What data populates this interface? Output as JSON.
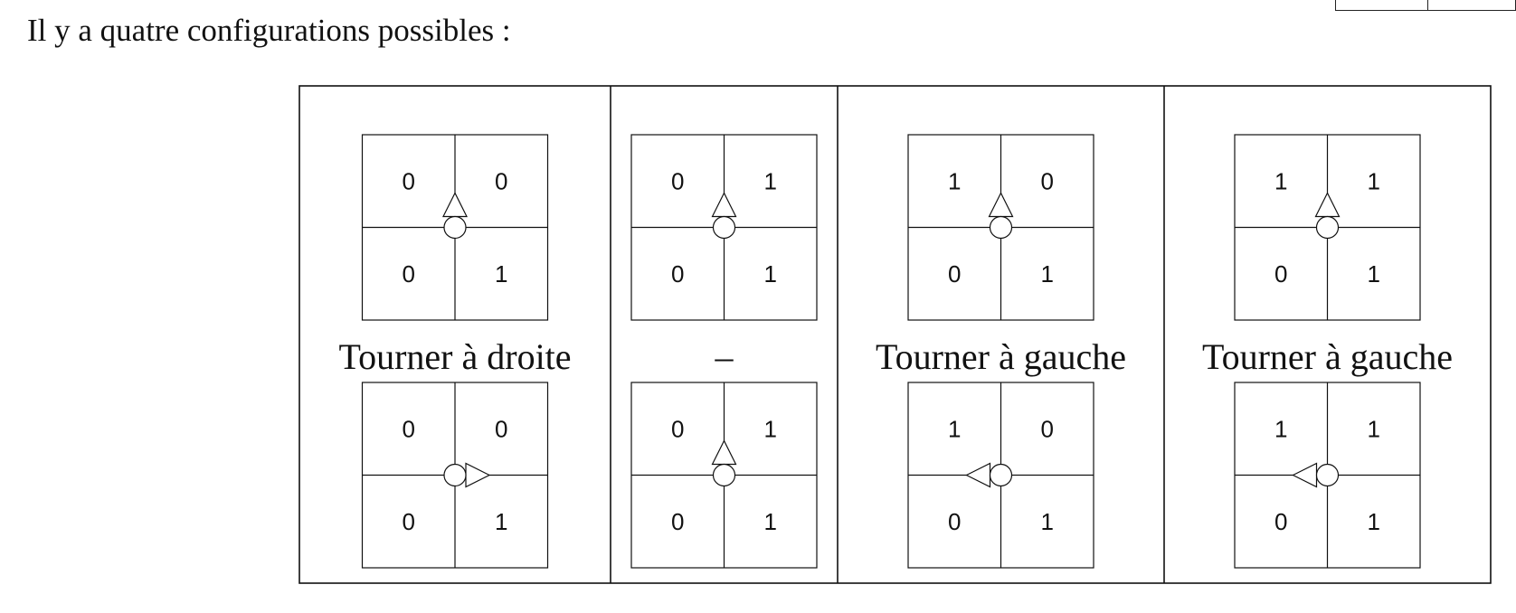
{
  "intro_text": "Il y a quatre configurations possibles :",
  "configurations": [
    {
      "label": "Tourner à droite",
      "before": {
        "cells": [
          "0",
          "0",
          "0",
          "1"
        ],
        "arrow": "up"
      },
      "after": {
        "cells": [
          "0",
          "0",
          "0",
          "1"
        ],
        "arrow": "right"
      }
    },
    {
      "label": "–",
      "before": {
        "cells": [
          "0",
          "1",
          "0",
          "1"
        ],
        "arrow": "up"
      },
      "after": {
        "cells": [
          "0",
          "1",
          "0",
          "1"
        ],
        "arrow": "up"
      }
    },
    {
      "label": "Tourner à gauche",
      "before": {
        "cells": [
          "1",
          "0",
          "0",
          "1"
        ],
        "arrow": "up"
      },
      "after": {
        "cells": [
          "1",
          "0",
          "0",
          "1"
        ],
        "arrow": "left"
      }
    },
    {
      "label": "Tourner à gauche",
      "before": {
        "cells": [
          "1",
          "1",
          "0",
          "1"
        ],
        "arrow": "up"
      },
      "after": {
        "cells": [
          "1",
          "1",
          "0",
          "1"
        ],
        "arrow": "left"
      }
    }
  ]
}
